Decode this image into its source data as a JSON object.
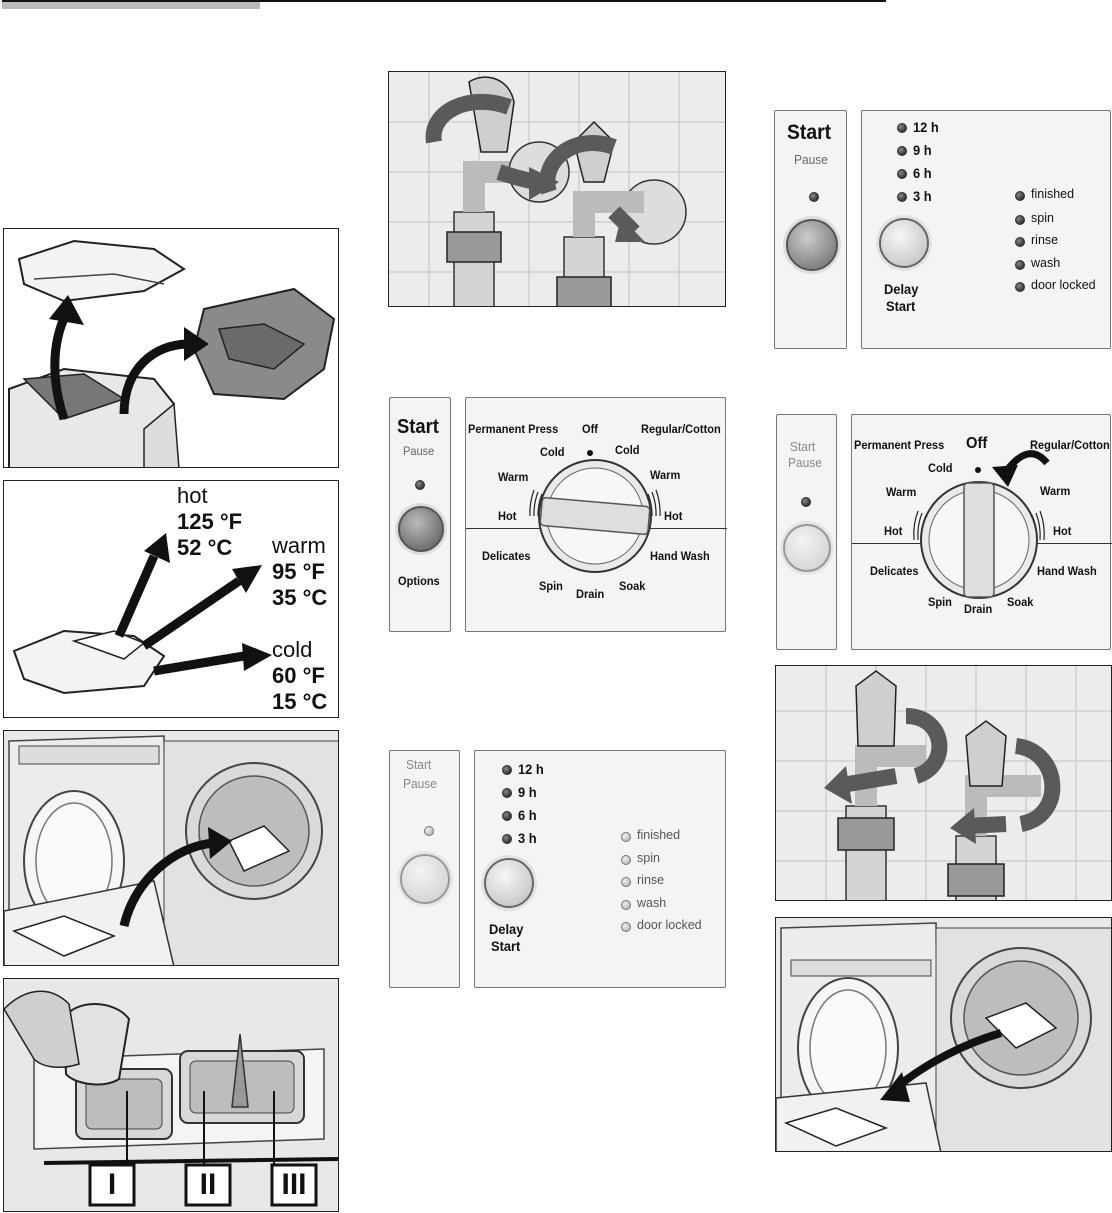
{
  "temps": {
    "hot_label": "hot",
    "hot_f": "125 °F",
    "hot_c": "52 °C",
    "warm_label": "warm",
    "warm_f": "95 °F",
    "warm_c": "35 °C",
    "cold_label": "cold",
    "cold_f": "60 °F",
    "cold_c": "15 °C"
  },
  "dispenser": {
    "comp1": "I",
    "comp2": "II",
    "comp3": "III"
  },
  "controls": {
    "start": "Start",
    "pause": "Pause",
    "options": "Options",
    "delay1": "Delay",
    "delay2": "Start",
    "hours": [
      "12 h",
      "9 h",
      "6 h",
      "3 h"
    ],
    "status": [
      "finished",
      "spin",
      "rinse",
      "wash",
      "door locked"
    ]
  },
  "dial": {
    "permanent_press": "Permanent Press",
    "off": "Off",
    "regular_cotton": "Regular/Cotton",
    "cold": "Cold",
    "warm": "Warm",
    "hot": "Hot",
    "delicates": "Delicates",
    "hand_wash": "Hand Wash",
    "spin": "Spin",
    "drain": "Drain",
    "soak": "Soak"
  },
  "colors": {
    "arrow": "#1a1a1a",
    "panel_bg": "#f4f4f4",
    "tile": "#e4e4e4"
  }
}
